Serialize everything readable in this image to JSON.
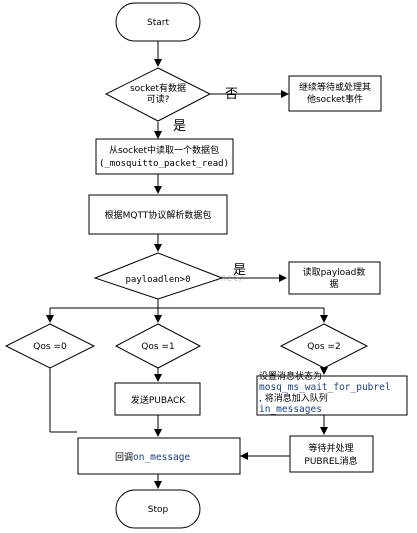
{
  "nodes": {
    "start": "Start",
    "socket_readable": [
      "socket有数据",
      "可读?"
    ],
    "wait_other": [
      "继续等待或处理其",
      "他socket事件"
    ],
    "read_packet": [
      "从socket中读取一个数据包",
      "(_mosquitto_packet_read)"
    ],
    "parse_mqtt": "根据MQTT协议解析数据包",
    "payloadlen_check": "payloadlen>0",
    "read_payload": [
      "读取payload数",
      "据"
    ],
    "qos0": "Qos =0",
    "qos1": "Qos =1",
    "qos2": "Qos =2",
    "send_puback": "发送PUBACK",
    "set_state": {
      "line1": "设置消息状态为",
      "line2": "mosq_ms_wait_for_pubrel",
      "line3": ", 将消息加入队列",
      "line4": "in_messages"
    },
    "wait_pubrel": [
      "等待并处理",
      "PUBREL消息"
    ],
    "on_message": {
      "prefix": "回调",
      "code": "on_message"
    },
    "stop": "Stop"
  },
  "edge_labels": {
    "no": "否",
    "yes": "是",
    "yes2": "是"
  },
  "watermark": "http://blog.csdn.net/"
}
